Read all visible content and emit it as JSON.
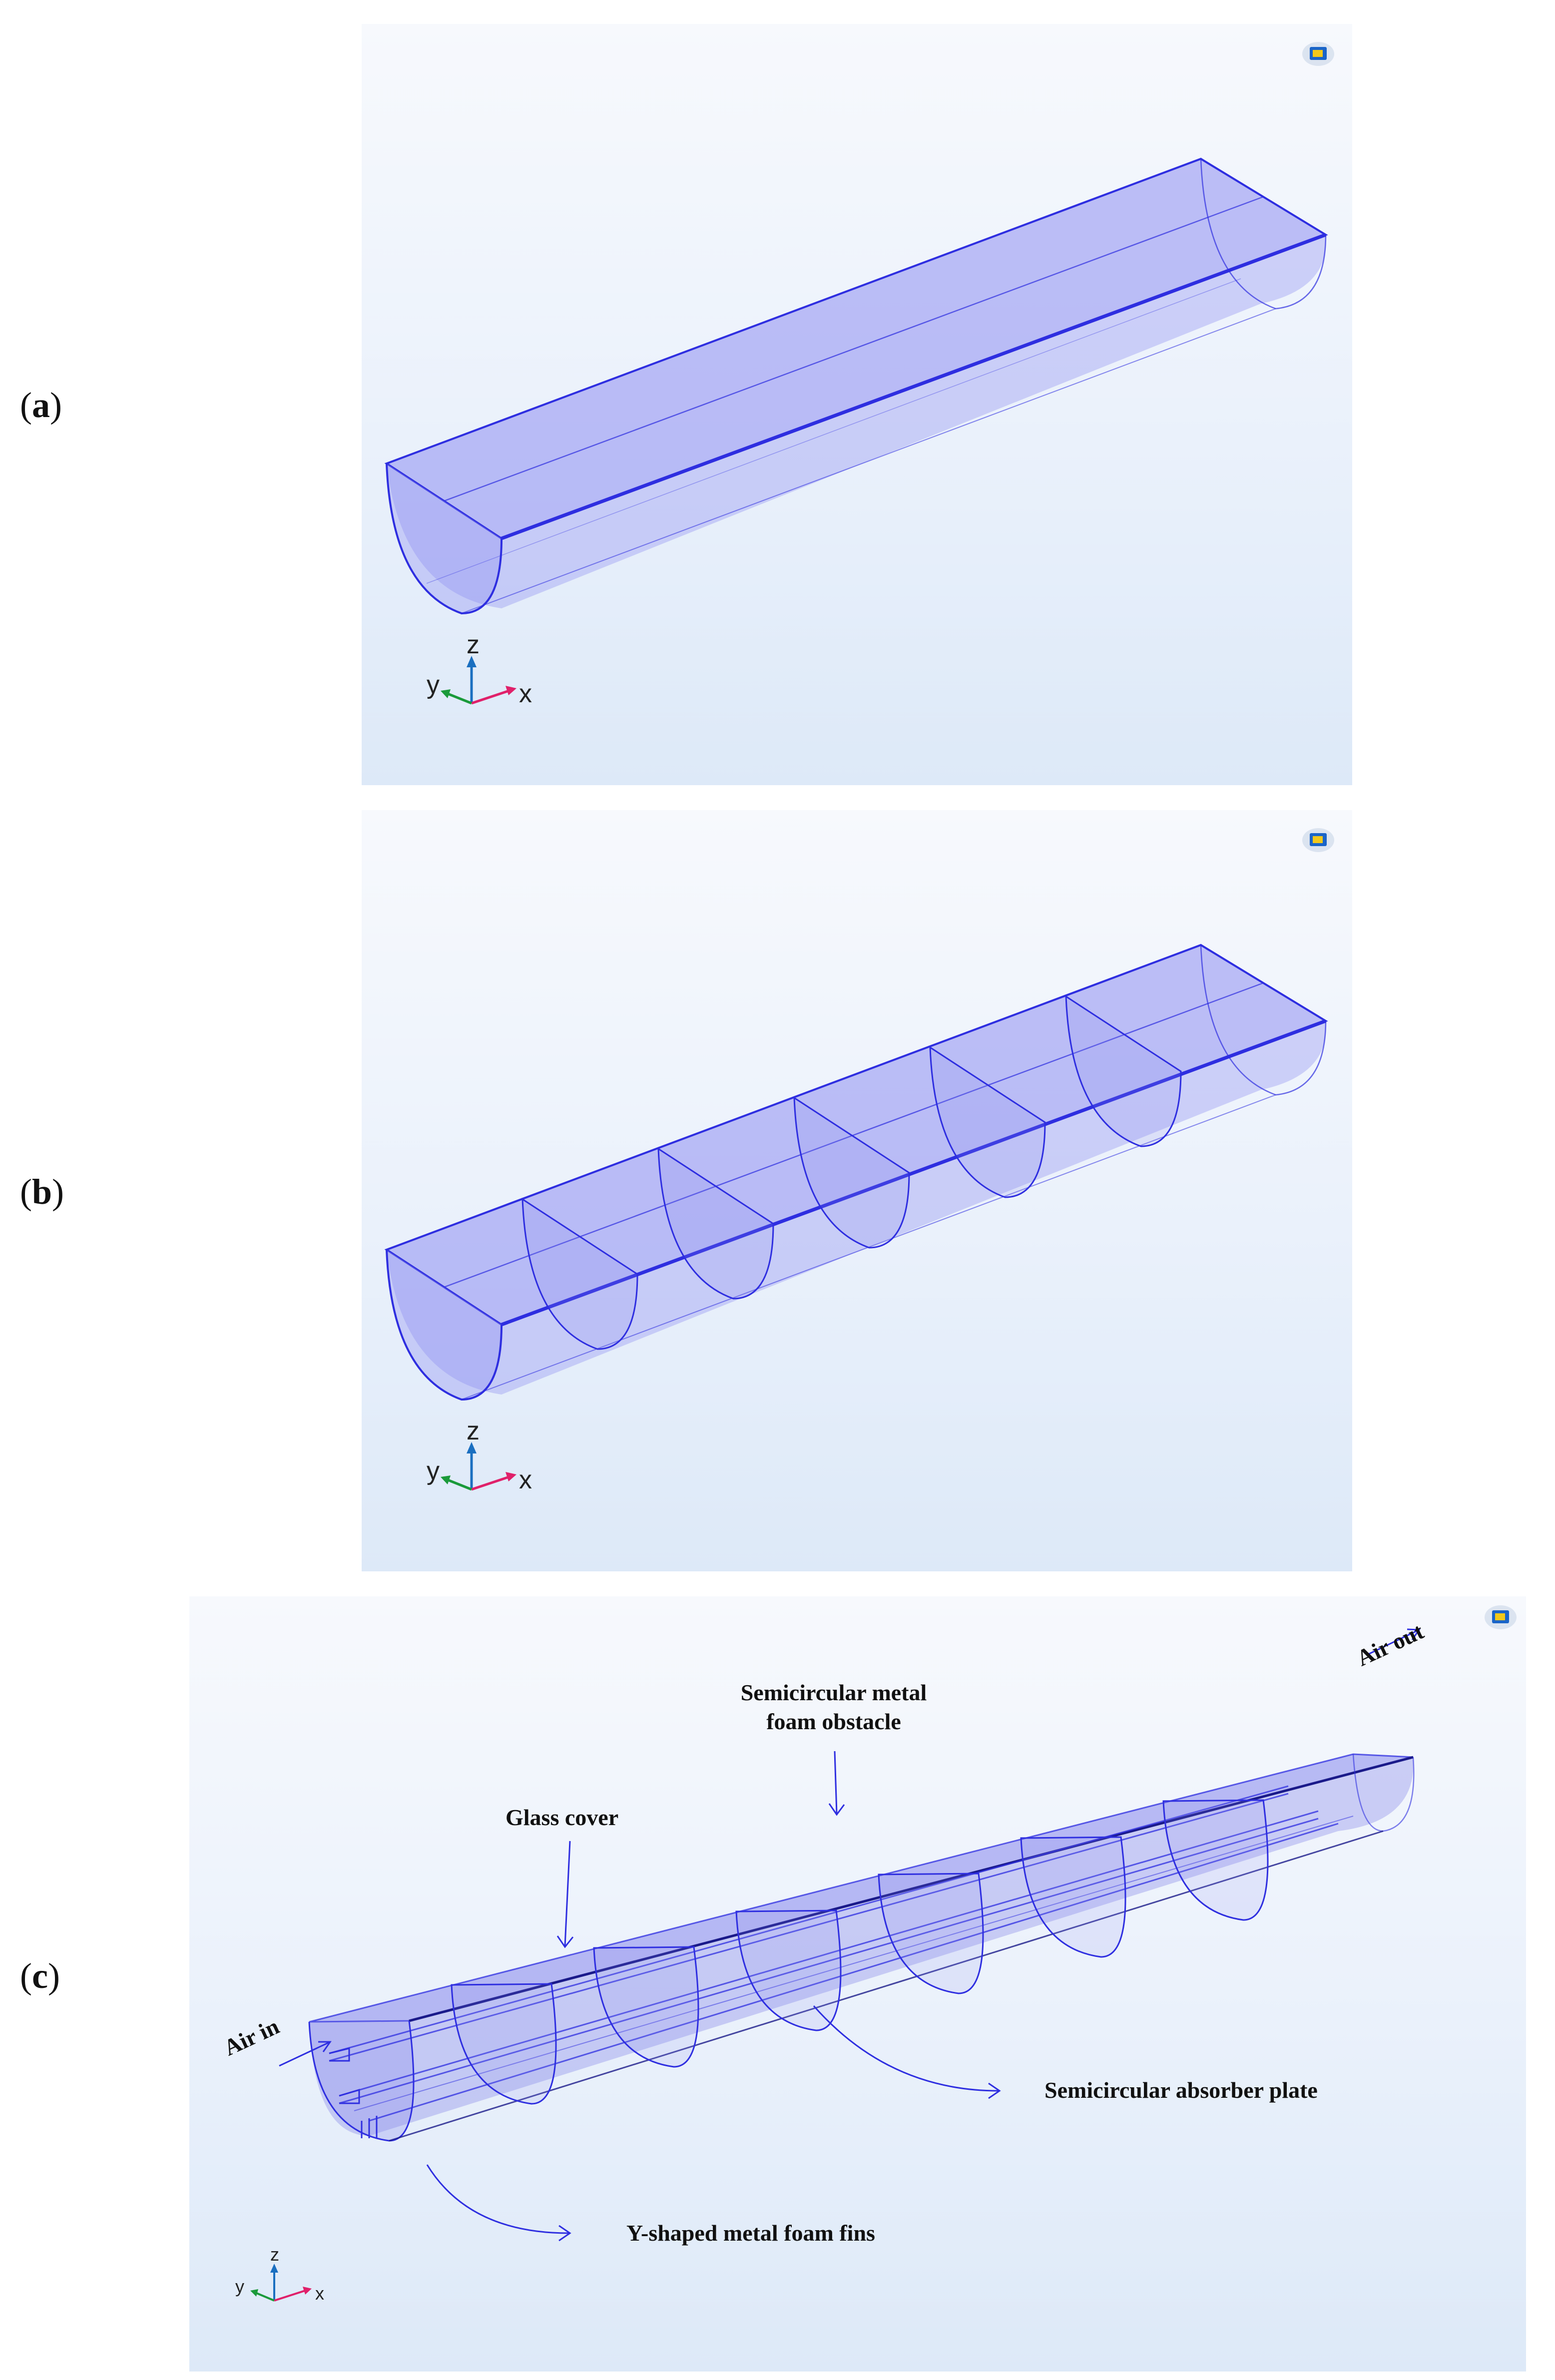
{
  "panels": [
    {
      "label": "a",
      "axes": {
        "y": "y",
        "z": "z",
        "x": "x"
      }
    },
    {
      "label": "b",
      "axes": {
        "y": "y",
        "z": "z",
        "x": "x"
      }
    },
    {
      "label": "c",
      "axes": {
        "y": "y",
        "z": "z",
        "x": "x"
      }
    }
  ],
  "annotations": {
    "glass_cover": "Glass cover",
    "obstacle_line1": "Semicircular metal",
    "obstacle_line2": "foam obstacle",
    "absorber_plate": "Semicircular absorber plate",
    "fins": "Y-shaped metal foam fins",
    "air_in": "Air in",
    "air_out": "Air out"
  },
  "colors": {
    "edge": "#2e2ee0",
    "fill": "#8a8af0",
    "axis_x": "#e0206a",
    "axis_y": "#1a9a3a",
    "axis_z": "#1a6fc0"
  }
}
